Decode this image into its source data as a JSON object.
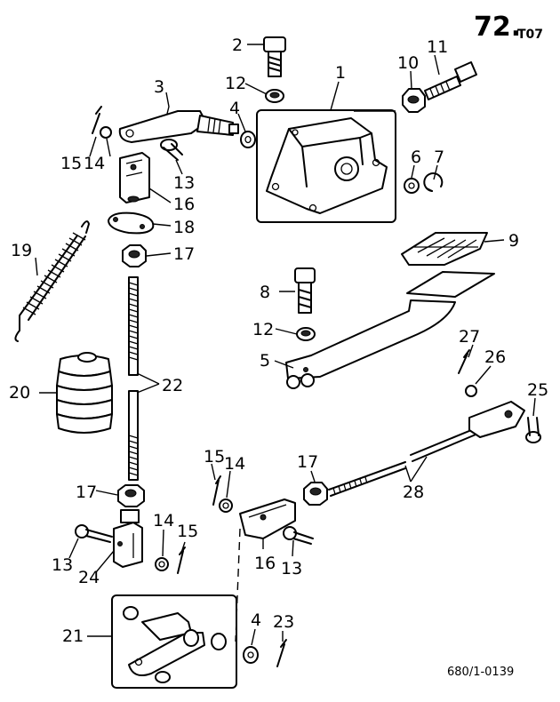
{
  "header": {
    "page_number": "72.",
    "page_suffix": "T07"
  },
  "reference_code": "680/1-0139",
  "callouts": {
    "c1": "1",
    "c2": "2",
    "c3": "3",
    "c4a": "4",
    "c4b": "4",
    "c5": "5",
    "c6": "6",
    "c7": "7",
    "c8": "8",
    "c9": "9",
    "c10": "10",
    "c11": "11",
    "c12a": "12",
    "c12b": "12",
    "c13a": "13",
    "c13b": "13",
    "c13c": "13",
    "c14a": "14",
    "c14b": "14",
    "c14c": "14",
    "c15a": "15",
    "c15b": "15",
    "c15c": "15",
    "c16a": "16",
    "c16b": "16",
    "c17a": "17",
    "c17b": "17",
    "c17c": "17",
    "c18": "18",
    "c19": "19",
    "c20": "20",
    "c21": "21",
    "c22": "22",
    "c23": "23",
    "c24": "24",
    "c25": "25",
    "c26": "26",
    "c27": "27",
    "c28": "28"
  }
}
